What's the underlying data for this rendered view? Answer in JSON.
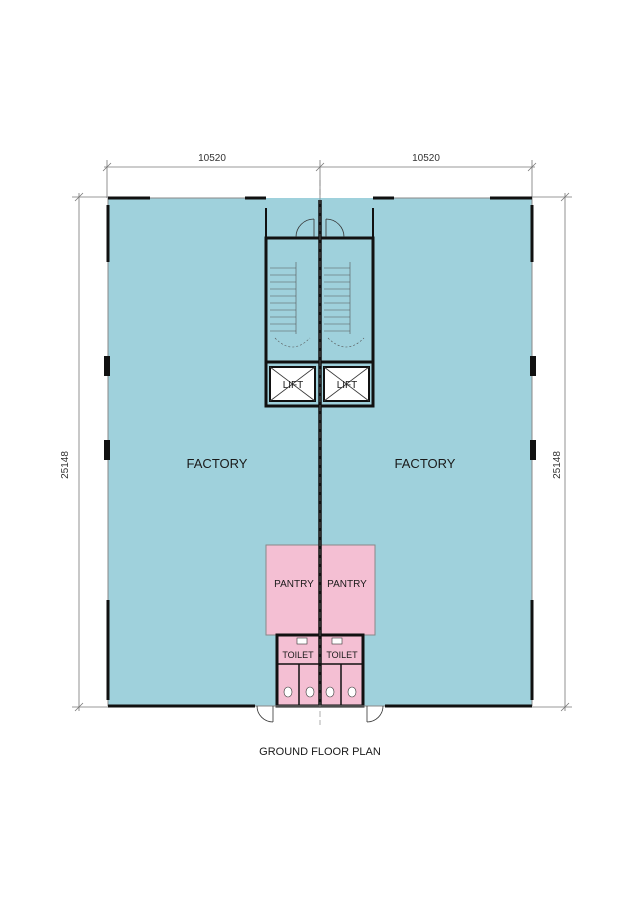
{
  "dimensions": {
    "width_left": "10520",
    "width_right": "10520",
    "depth_left": "25148",
    "depth_right": "25148"
  },
  "rooms": {
    "factory_left": "FACTORY",
    "factory_right": "FACTORY",
    "lift_left": "LIFT",
    "lift_right": "LIFT",
    "pantry_left": "PANTRY",
    "pantry_right": "PANTRY",
    "toilet_left": "TOILET",
    "toilet_right": "TOILET"
  },
  "plan_title": "GROUND FLOOR PLAN",
  "colors": {
    "factory_fill": "#9fd1dc",
    "wet_fill": "#f4bfd3",
    "wall": "#111111",
    "dim_line": "#777777"
  }
}
